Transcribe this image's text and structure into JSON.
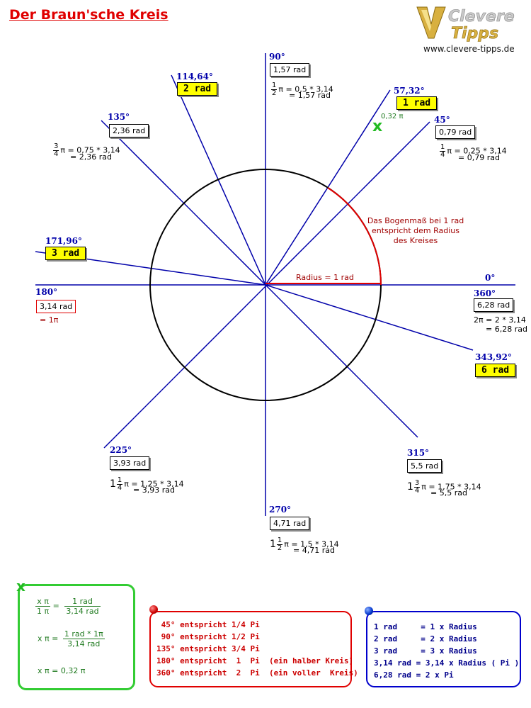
{
  "title": "Der Braun'sche Kreis",
  "logo": {
    "line1": "Clevere",
    "line2": "Tipps",
    "url": "www.clevere-tipps.de"
  },
  "angles": {
    "a0": "0°",
    "a45": {
      "deg": "45°",
      "rad": "0,79 rad",
      "f_num": "1",
      "f_den": "4",
      "calc": "π = 0,25 * 3,14",
      "res": "= 0,79 rad"
    },
    "a90": {
      "deg": "90°",
      "rad": "1,57 rad",
      "f_num": "1",
      "f_den": "2",
      "calc": "π = 0,5 * 3,14",
      "res": "= 1,57 rad"
    },
    "a135": {
      "deg": "135°",
      "rad": "2,36 rad",
      "f_num": "3",
      "f_den": "4",
      "calc": "π = 0,75 * 3,14",
      "res": "= 2,36 rad"
    },
    "a180": {
      "deg": "180°",
      "rad": "3,14 rad",
      "eq": "= 1π"
    },
    "a225": {
      "deg": "225°",
      "rad": "3,93 rad",
      "whole": "1",
      "f_num": "1",
      "f_den": "4",
      "calc": "π = 1,25 * 3,14",
      "res": "= 3,93 rad"
    },
    "a270": {
      "deg": "270°",
      "rad": "4,71 rad",
      "whole": "1",
      "f_num": "1",
      "f_den": "2",
      "calc": "π = 1,5 * 3,14",
      "res": "= 4,71 rad"
    },
    "a315": {
      "deg": "315°",
      "rad": "5,5 rad",
      "whole": "1",
      "f_num": "3",
      "f_den": "4",
      "calc": "π = 1,75 * 3,14",
      "res": "= 5,5 rad"
    },
    "a360": {
      "deg": "360°",
      "rad": "6,28 rad",
      "calc": "2π = 2 * 3,14",
      "res": "= 6,28 rad"
    }
  },
  "radians": {
    "r1": {
      "deg": "57,32°",
      "label": "1 rad",
      "sub": "0,32 π"
    },
    "r2": {
      "deg": "114,64°",
      "label": "2 rad"
    },
    "r3": {
      "deg": "171,96°",
      "label": "3 rad"
    },
    "r6": {
      "deg": "343,92°",
      "label": "6 rad"
    }
  },
  "radius_label": "Radius = 1 rad",
  "arc_note": [
    "Das Bogenmaß bei 1 rad",
    "entspricht dem Radius",
    "des Kreises"
  ],
  "x_marker": "x",
  "green_box": {
    "x": "x",
    "f1_left_num": "x π",
    "f1_left_den": "1 π",
    "f1_eq": "=",
    "f1_right_num": "1 rad",
    "f1_right_den": "3,14 rad",
    "f2_left": "x π =",
    "f2_num": "1 rad * 1π",
    "f2_den": "3,14 rad",
    "f3": "x π = 0,32 π"
  },
  "red_box": [
    " 45° entspricht 1/4 Pi",
    " 90° entspricht 1/2 Pi",
    "135° entspricht 3/4 Pi",
    "180° entspricht  1  Pi  (ein halber Kreis)",
    "360° entspricht  2  Pi  (ein voller  Kreis)"
  ],
  "blue_box": [
    "1 rad     = 1 x Radius",
    "2 rad     = 2 x Radius",
    "3 rad     = 3 x Radius",
    "3,14 rad = 3,14 x Radius ( Pi )",
    "6,28 rad = 2 x Pi"
  ],
  "colors": {
    "axis": "#0000aa",
    "arc": "#e00000",
    "circle": "#000000",
    "highlight": "#ffff00",
    "green": "#33cc33"
  }
}
